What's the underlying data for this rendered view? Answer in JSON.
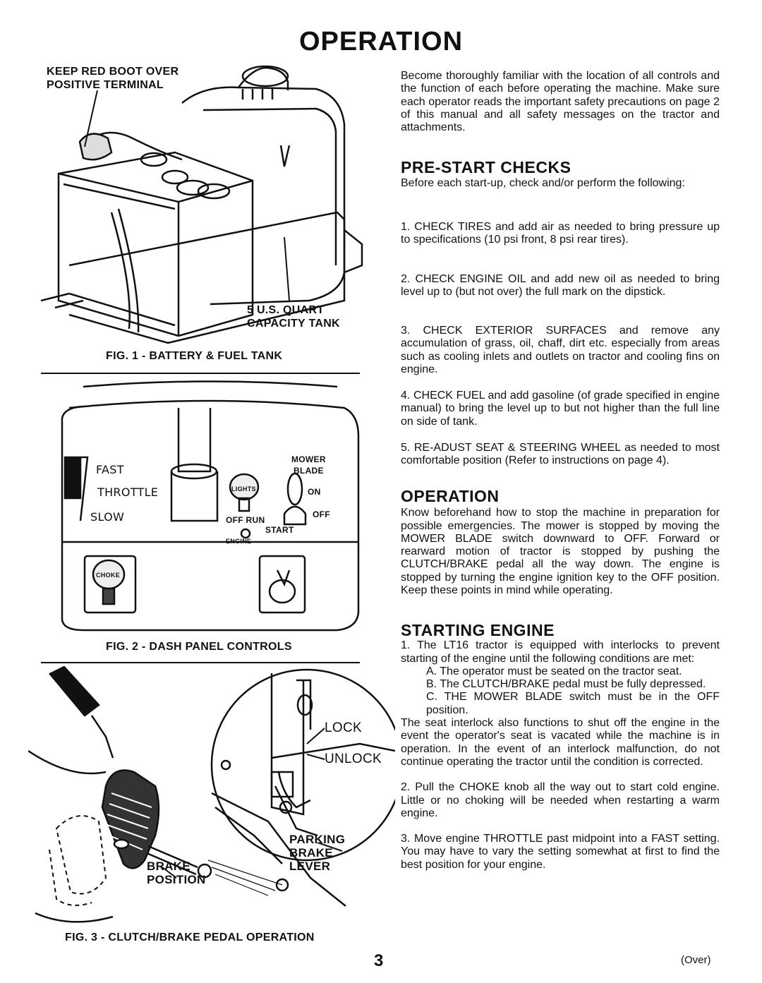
{
  "page": {
    "title": "OPERATION",
    "page_number": "3",
    "over": "(Over)"
  },
  "fig1": {
    "callout_boot": "KEEP RED BOOT OVER\nPOSITIVE TERMINAL",
    "callout_tank": "5 U.S. QUART\nCAPACITY TANK",
    "caption": "FIG. 1 - BATTERY & FUEL TANK"
  },
  "fig2": {
    "fast": "FAST",
    "throttle": "THROTTLE",
    "slow": "SLOW",
    "mower": "MOWER",
    "blade": "BLADE",
    "on": "ON",
    "off": "OFF",
    "lights": "LIGHTS",
    "run": "OFF RUN",
    "start": "START",
    "engine": "ENGINE",
    "choke": "CHOKE",
    "caption": "FIG. 2 - DASH PANEL CONTROLS"
  },
  "fig3": {
    "lock": "LOCK",
    "unlock": "UNLOCK",
    "parking": "PARKING\nBRAKE\nLEVER",
    "brake_position": "BRAKE\nPOSITION",
    "caption": "FIG. 3 - CLUTCH/BRAKE PEDAL OPERATION"
  },
  "intro": "Become thoroughly familiar with the location of all controls and the function of each before operating the machine. Make sure each operator reads the important safety precautions on page 2 of this manual and all safety messages on the tractor and attachments.",
  "prestart": {
    "heading": "PRE-START CHECKS",
    "lead": "Before each start-up, check and/or perform the following:",
    "items": [
      "1. CHECK TIRES and add air as needed to bring pressure up to specifications (10 psi front, 8 psi rear tires).",
      "2. CHECK ENGINE OIL and add new oil as needed to bring level up to (but not over) the full mark on the dipstick.",
      "3. CHECK EXTERIOR SURFACES and remove any accumulation of grass, oil, chaff, dirt etc. especially from areas such as cooling inlets and outlets on tractor and cooling fins on engine.",
      "4. CHECK FUEL and add gasoline (of grade specified in engine manual) to bring the level up to but not higher than the full line on side of tank.",
      "5. RE-ADUST SEAT & STEERING WHEEL as needed to most comfortable position (Refer to instructions on page 4)."
    ]
  },
  "operation": {
    "heading": "OPERATION",
    "text": "Know beforehand how to stop the machine in preparation for possible emergencies. The mower is stopped by moving the MOWER BLADE switch downward to OFF. Forward or rearward motion of tractor is stopped by pushing the CLUTCH/BRAKE pedal all the way down. The engine is stopped by turning the engine ignition key to the OFF position. Keep these points in mind while operating."
  },
  "starting": {
    "heading": "STARTING ENGINE",
    "item1": "1. The LT16 tractor is equipped with interlocks to prevent starting of the engine until the following conditions are met:",
    "sub": [
      "A. The operator must be seated on the tractor seat.",
      "B. The CLUTCH/BRAKE pedal must be fully depressed.",
      "C. THE MOWER BLADE switch must be in the OFF position."
    ],
    "interlock": "The seat interlock also functions to shut off the engine in the event the operator's seat is vacated while the machine is in operation. In the event of an interlock malfunction, do not continue operating the tractor until the condition is corrected.",
    "item2": "2. Pull the CHOKE knob all the way out to start cold engine. Little or no choking will be needed when restarting a warm engine.",
    "item3": "3. Move engine THROTTLE past midpoint into a FAST setting. You may have to vary the setting somewhat at first to find the best position for your engine."
  }
}
